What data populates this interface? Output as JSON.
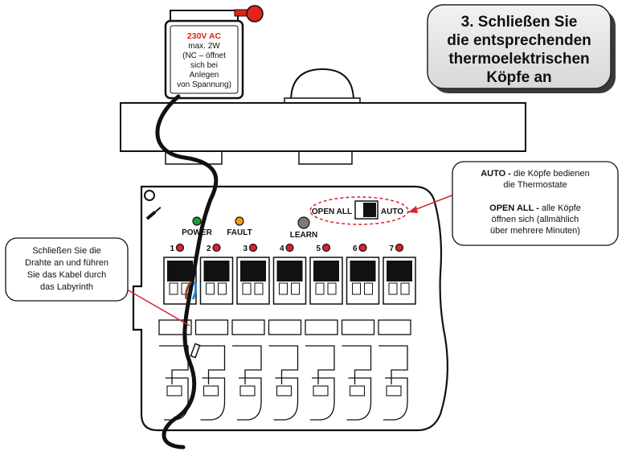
{
  "title": {
    "lines": [
      "3. Schließen Sie",
      "die entsprechenden",
      "thermoelektrischen",
      "Köpfe an"
    ]
  },
  "actuator": {
    "lines": [
      "230V AC",
      "max. 2W",
      "(NC – öffnet",
      "sich bei",
      "Anlegen",
      "von Spannung)"
    ],
    "accent_color": "#e2231a"
  },
  "controller": {
    "led_power": "POWER",
    "led_fault": "FAULT",
    "learn_button": "LEARN",
    "switch_left": "OPEN ALL",
    "switch_right": "AUTO",
    "zones": [
      "1",
      "2",
      "3",
      "4",
      "5",
      "6",
      "7"
    ],
    "colors": {
      "power_led": "#1a9c3a",
      "fault_led": "#f39c12",
      "zone_led": "#d9232e",
      "callout": "#d9232e"
    }
  },
  "callout_wires": {
    "lines": [
      "Schließen Sie die",
      "Drahte an und führen",
      "Sie das Kabel durch",
      "das Labyrinth"
    ]
  },
  "callout_switch": {
    "auto_line1_bold": "AUTO -",
    "auto_line1_rest": " die Köpfe bedienen",
    "auto_line2": "die Thermostate",
    "open_line1_bold": "OPEN ALL -",
    "open_line1_rest": " alle Köpfe",
    "open_line2": "öffnen sich (allmählich",
    "open_line3": "über mehrere Minuten)"
  }
}
